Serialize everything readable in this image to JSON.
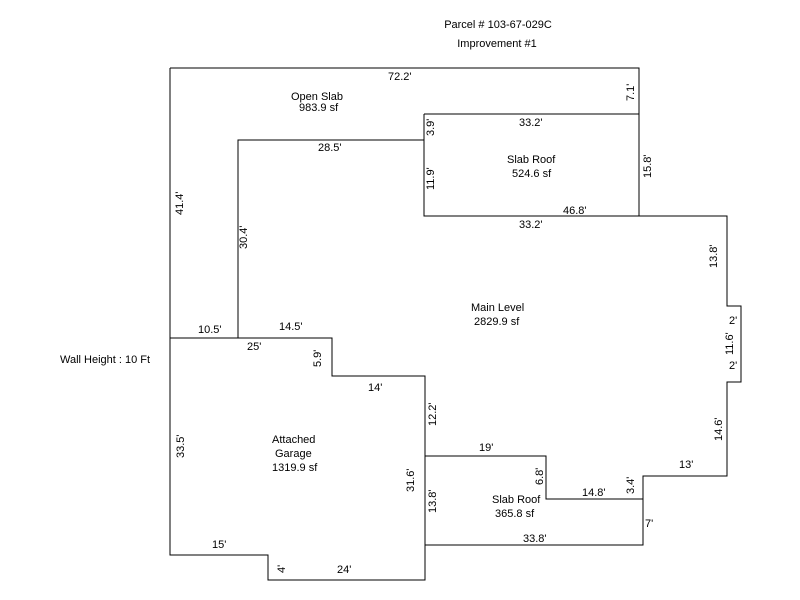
{
  "header": {
    "parcel": "Parcel # 103-67-029C",
    "improvement": "Improvement #1"
  },
  "wall_height": "Wall Height : 10 Ft",
  "areas": {
    "open_slab": {
      "name": "Open Slab",
      "area": "983.9 sf"
    },
    "slab_roof_top": {
      "name": "Slab Roof",
      "area": "524.6 sf"
    },
    "main_level": {
      "name": "Main Level",
      "area": "2829.9 sf"
    },
    "garage": {
      "name_line1": "Attached",
      "name_line2": "Garage",
      "area": "1319.9 sf"
    },
    "slab_roof_bottom": {
      "name": "Slab Roof",
      "area": "365.8 sf"
    }
  },
  "dims": {
    "d72_2": "72.2'",
    "d7_1": "7.1'",
    "d3_9": "3.9'",
    "d33_2_top": "33.2'",
    "d28_5": "28.5'",
    "d11_9": "11.9'",
    "d15_8": "15.8'",
    "d41_4": "41.4'",
    "d46_8": "46.8'",
    "d33_2_bottom": "33.2'",
    "d30_4": "30.4'",
    "d13_8_right": "13.8'",
    "d10_5": "10.5'",
    "d14_5": "14.5'",
    "d2_a": "2'",
    "d11_6": "11.6'",
    "d2_b": "2'",
    "d25": "25'",
    "d5_9": "5.9'",
    "d14": "14'",
    "d12_2": "12.2'",
    "d14_6": "14.6'",
    "d33_5": "33.5'",
    "d19": "19'",
    "d13": "13'",
    "d6_8": "6.8'",
    "d31_6": "31.6'",
    "d14_8": "14.8'",
    "d3_4": "3.4'",
    "d13_8_left": "13.8'",
    "d7": "7'",
    "d15": "15'",
    "d33_8": "33.8'",
    "d4": "4'",
    "d24": "24'"
  }
}
